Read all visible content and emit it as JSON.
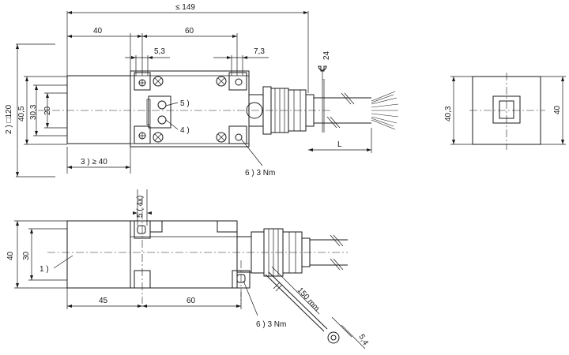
{
  "dimensions": {
    "top_view": {
      "overall_length": "≤ 149",
      "head_length": "40",
      "hole_spacing": "60",
      "slot_width_left": "5,3",
      "slot_width_right": "7,3",
      "wrench_size": "24",
      "face_height_outer": "40,5",
      "face_height_inner": "30,3",
      "face_height_core": "20",
      "cable_length": "L",
      "free_zone_label": "2 )  □120",
      "min_distance_label": "3 )  ≥ 40"
    },
    "end_view": {
      "height_left": "40,3",
      "height_right": "40"
    },
    "side_view": {
      "height_outer": "40",
      "height_inner": "30",
      "slot_width": "5 ( 4x)",
      "head_length": "45",
      "hole_spacing": "60",
      "earth_lead_length": "150 mm",
      "ring_size": "5,4"
    }
  },
  "callouts": {
    "led_indicator": "5 )",
    "potentiometer": "4 )",
    "sensing_face": "1 )",
    "torque_top": "6 )   3 Nm",
    "torque_side": "6 )   3 Nm"
  }
}
